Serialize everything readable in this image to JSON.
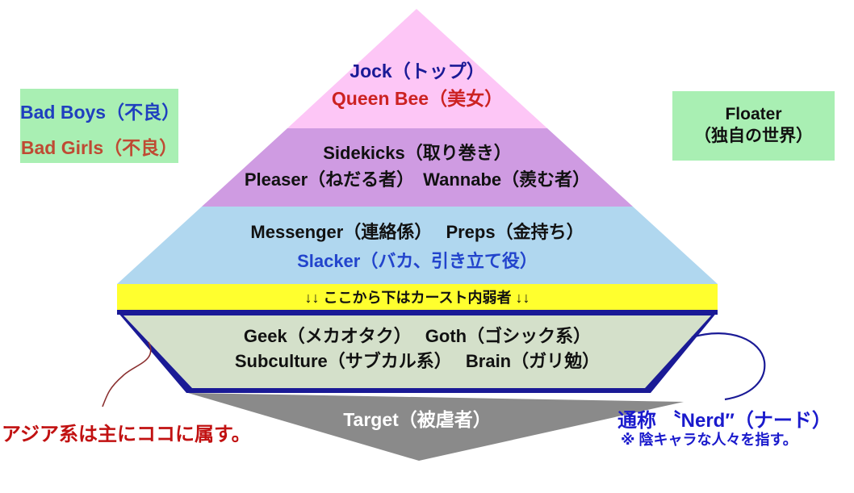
{
  "title": "School caste pyramid diagram",
  "palette": {
    "top_band": "#fdc6f6",
    "sidekicks_band": "#cf9be2",
    "messenger_band": "#b0d7ef",
    "divider_band": "#ffff2e",
    "weak_band": "#d4e0ca",
    "target_band": "#8a8a8a",
    "border_navy": "#1a1a96",
    "side_box_green": "#a9efb3",
    "accent_blue_text": "#1f3fbf",
    "accent_red_text": "#cc2222"
  },
  "pyramid": {
    "levels": [
      {
        "name": "top",
        "fill": "#fdc6f6",
        "lines": [
          {
            "text": "Jock（トップ）",
            "color": "#1a1a96"
          },
          {
            "text": "Queen Bee（美女）",
            "color": "#cc2222"
          }
        ]
      },
      {
        "name": "sidekicks",
        "fill": "#cf9be2",
        "lines": [
          {
            "text": "Sidekicks（取り巻き）",
            "color": "#111111"
          },
          {
            "text": "Pleaser（ねだる者）　Wannabe（羨む者）",
            "color": "#111111"
          }
        ]
      },
      {
        "name": "messenger",
        "fill": "#b0d7ef",
        "lines": [
          {
            "text": "Messenger（連絡係）　 Preps（金持ち）",
            "color": "#111111"
          },
          {
            "text": "Slacker（バカ、引き立て役）",
            "color": "#2244cc"
          }
        ]
      },
      {
        "name": "weak",
        "fill": "#d4e0ca",
        "lines": [
          {
            "text": "Geek（メカオタク）　 Goth（ゴシック系）",
            "color": "#111111"
          },
          {
            "text": "Subculture（サブカル系）　 Brain（ガリ勉）",
            "color": "#111111"
          }
        ]
      },
      {
        "name": "target",
        "fill": "#8a8a8a",
        "lines": [
          {
            "text": "Target（被虐者）",
            "color": "#ffffff"
          }
        ]
      }
    ],
    "divider": {
      "text": "↓↓ ここから下はカースト内弱者 ↓↓",
      "fill": "#ffff2e",
      "text_color": "#111111"
    }
  },
  "side_boxes": {
    "left": {
      "fill": "#a9efb3",
      "lines": [
        {
          "text": "Bad Boys（不良）",
          "color": "#1f3fbf"
        },
        {
          "text": "Bad Girls（不良）",
          "color": "#bf4a33"
        }
      ]
    },
    "right": {
      "fill": "#a9efb3",
      "lines": [
        {
          "text": "Floater",
          "color": "#111111"
        },
        {
          "text": "（独自の世界）",
          "color": "#111111"
        }
      ]
    }
  },
  "annotations": {
    "asian_note": {
      "text": "アジア系は主にココに属す。",
      "color": "#c11111"
    },
    "nerd_note": {
      "text": "通称 〝Nerd″（ナード）",
      "color": "#1a1acc"
    },
    "nerd_note_sub": {
      "text": "※ 陰キャラな人々を指す。",
      "color": "#1a1acc"
    }
  }
}
